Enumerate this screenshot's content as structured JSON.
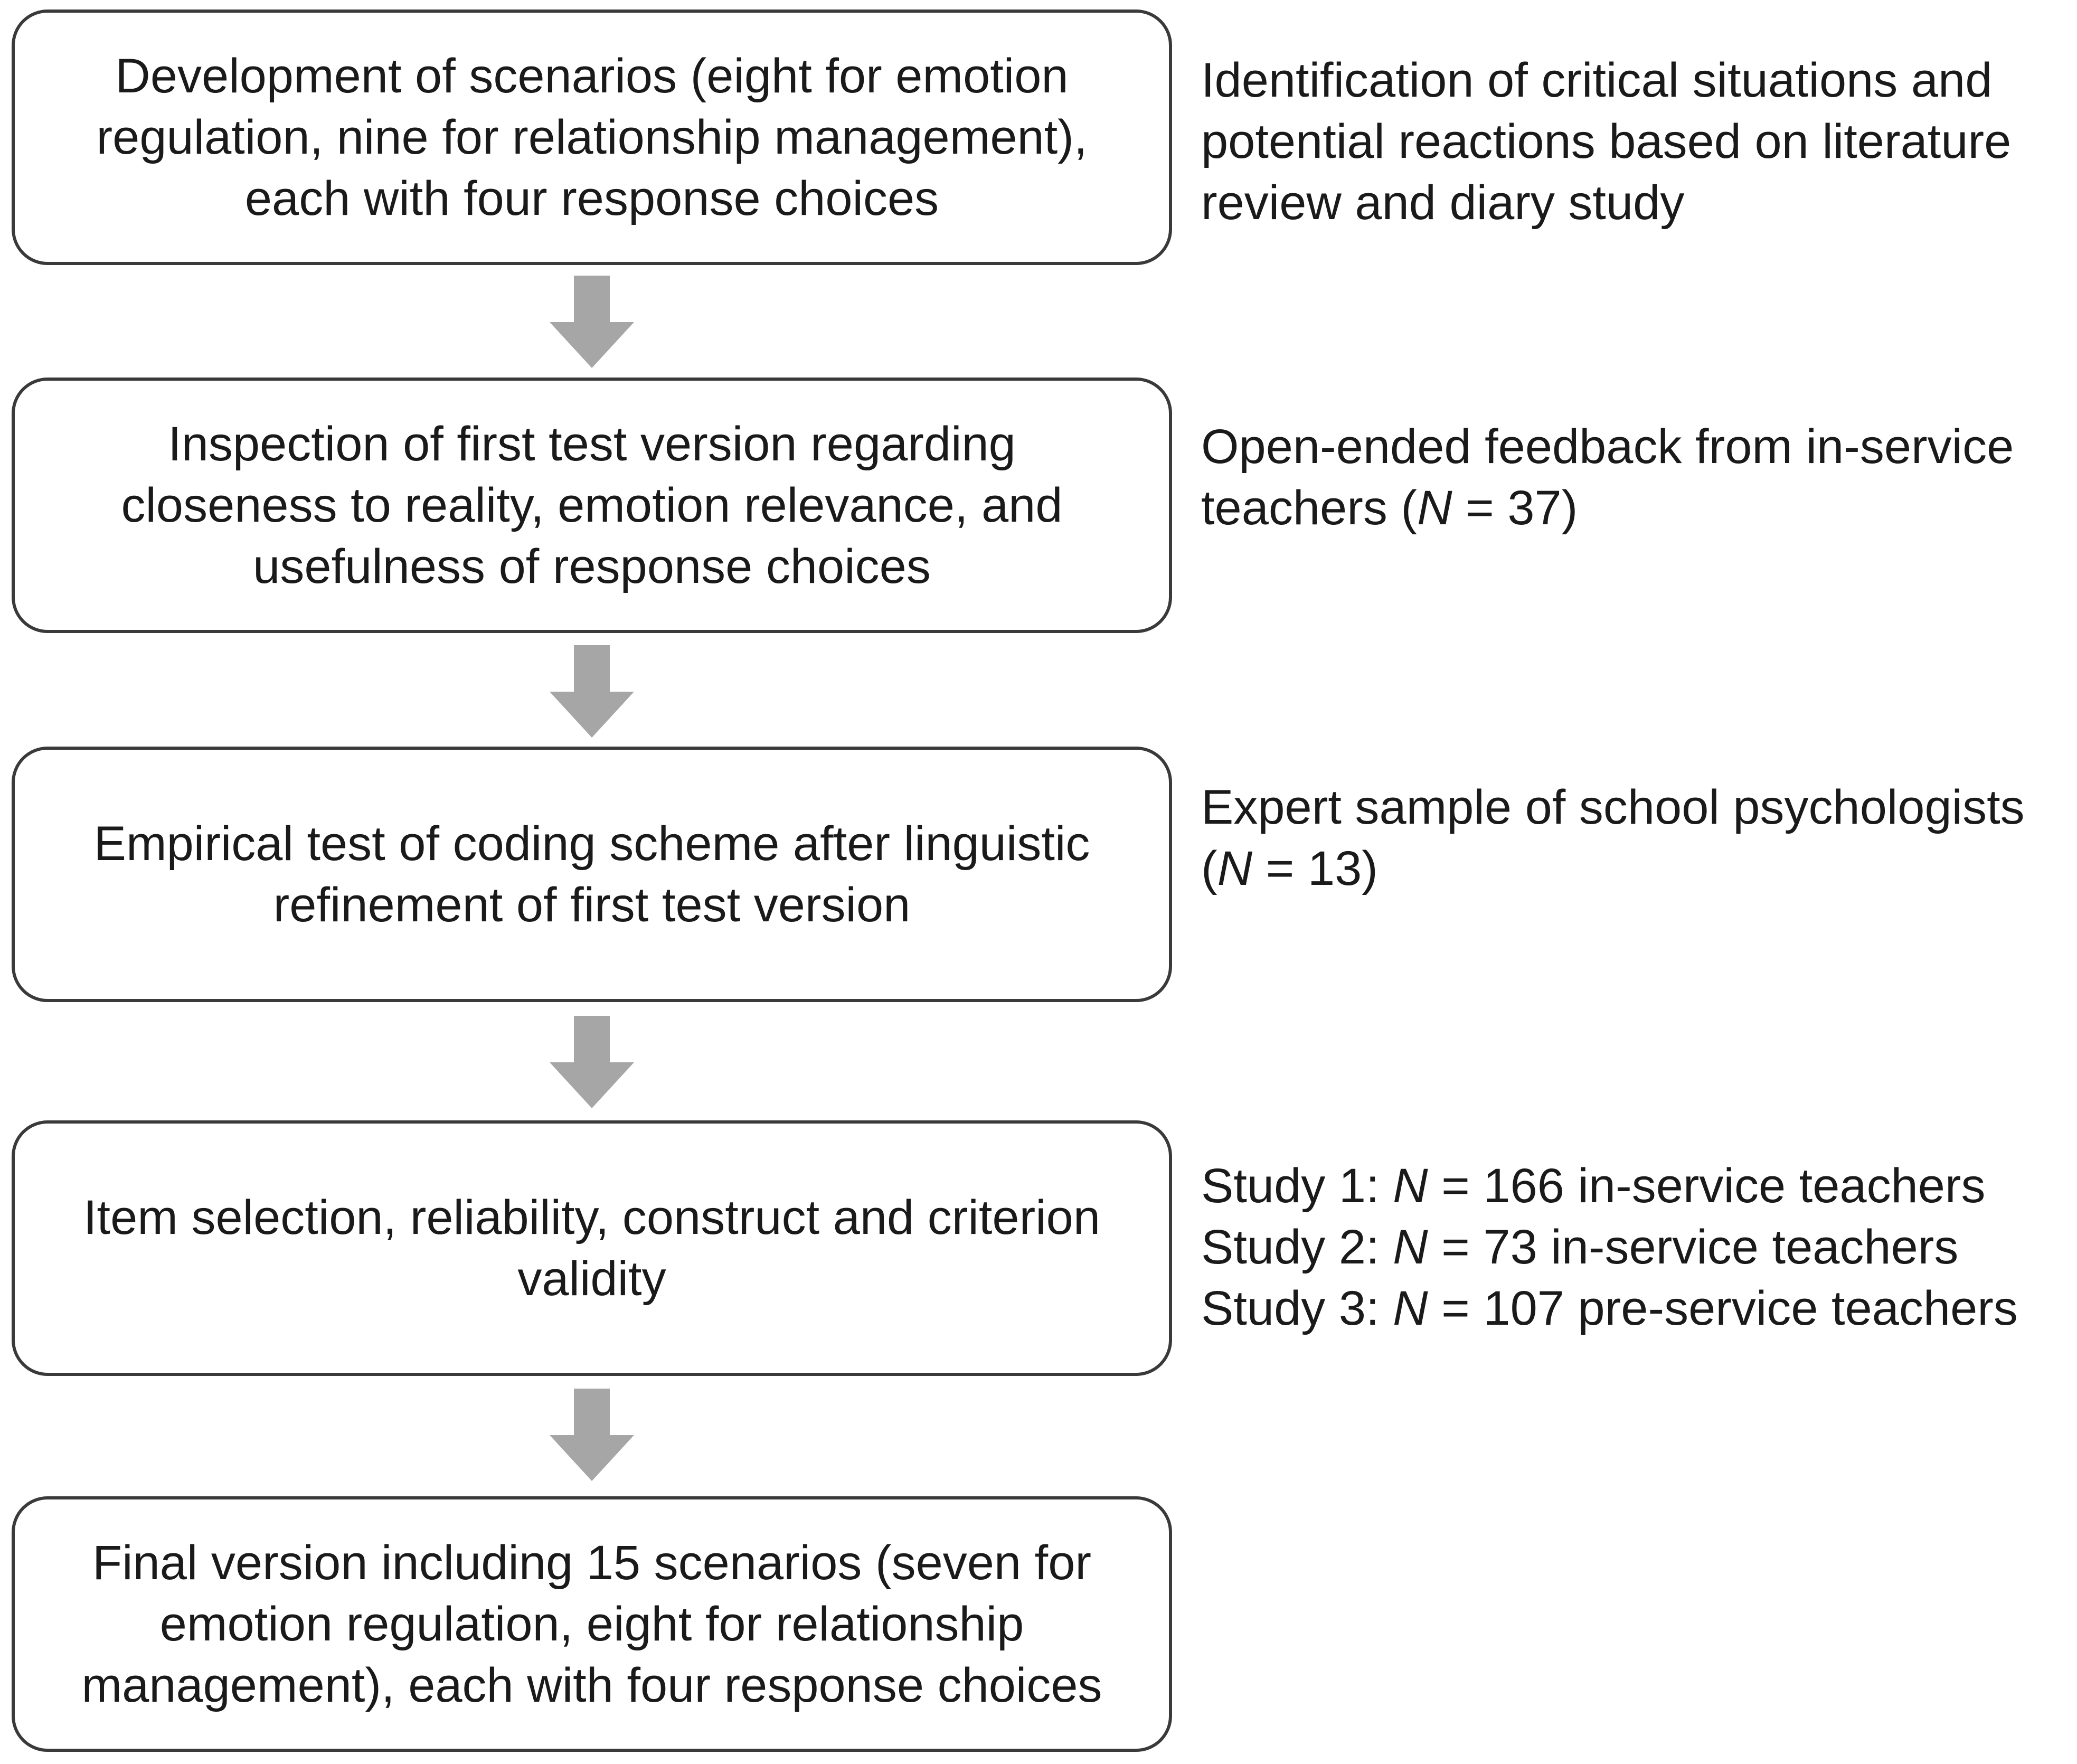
{
  "steps": [
    {
      "text": "Development of scenarios (eight for emotion regulation, nine for relationship management), each with four response choices",
      "note": [
        {
          "pre": "Identification of critical situations and",
          "italic": "",
          "post": ""
        },
        {
          "pre": "potential reactions based on literature",
          "italic": "",
          "post": ""
        },
        {
          "pre": "review and diary study",
          "italic": "",
          "post": ""
        }
      ]
    },
    {
      "text": "Inspection of first test version regarding closeness to reality, emotion relevance, and usefulness of response choices",
      "note": [
        {
          "pre": "Open-ended feedback from in-service",
          "italic": "",
          "post": ""
        },
        {
          "pre": "teachers (",
          "italic": "N",
          "post": " = 37)"
        }
      ]
    },
    {
      "text": "Empirical test of coding scheme after linguistic refinement of first test version",
      "note": [
        {
          "pre": "Expert sample of school psychologists",
          "italic": "",
          "post": ""
        },
        {
          "pre": "(",
          "italic": "N",
          "post": " = 13)"
        }
      ]
    },
    {
      "text": "Item selection, reliability, construct and criterion validity",
      "note": [
        {
          "pre": "Study 1: ",
          "italic": "N",
          "post": " = 166 in-service teachers"
        },
        {
          "pre": "Study 2: ",
          "italic": "N",
          "post": " = 73 in-service teachers"
        },
        {
          "pre": "Study 3: ",
          "italic": "N",
          "post": " = 107 pre-service teachers"
        }
      ]
    },
    {
      "text": "Final version including 15 scenarios (seven for emotion regulation, eight for relationship management), each with four response choices",
      "note": []
    }
  ],
  "colors": {
    "box_border": "#3a3a3a",
    "arrow_fill": "#a6a6a6",
    "text": "#1a1a1a"
  }
}
